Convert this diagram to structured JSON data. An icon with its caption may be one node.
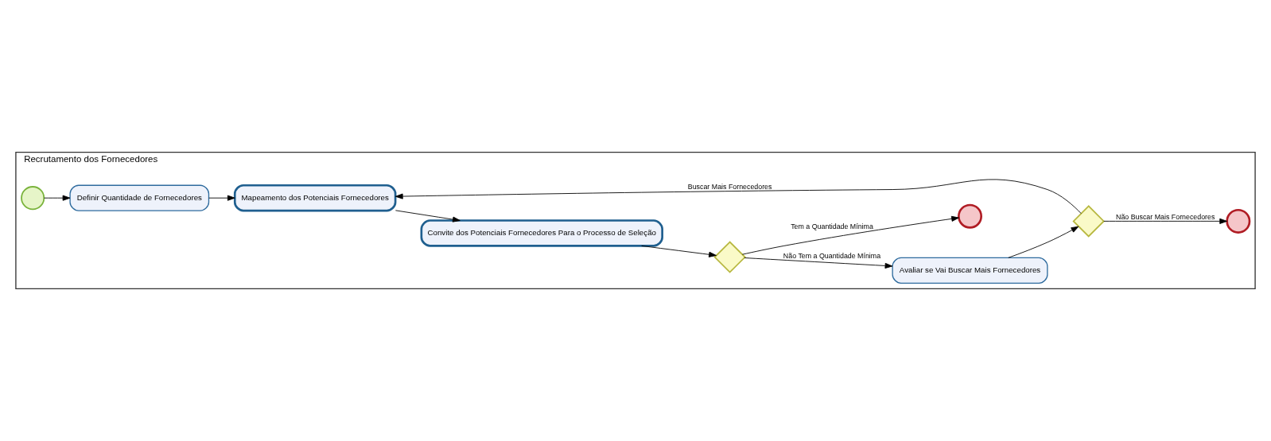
{
  "diagram": {
    "nodes": [
      {
        "text": [
          "Recrutamento dos Fornecedores"
        ]
      },
      {
        "text": [],
        "shape": "circle",
        "in": 0
      },
      {
        "text": [
          "Definir Quantidade de Fornecedores"
        ],
        "in": 0
      },
      {
        "text": [
          "Mapeamento dos Potenciais Fornecedores"
        ],
        "in": 0
      },
      {
        "text": [
          "Convite dos Potenciais Fornecedores Para o Processo de Seleção"
        ],
        "in": 0
      },
      {
        "text": [],
        "shape": "diamond",
        "in": 0
      },
      {
        "text": [
          "Avaliar se Vai Buscar Mais Fornecedores"
        ],
        "in": 0
      },
      {
        "text": [],
        "shape": "diamond",
        "in": 0
      },
      {
        "text": [],
        "shape": "circle",
        "in": 0
      },
      {
        "text": [],
        "shape": "circle",
        "in": 0
      }
    ],
    "edges": [
      {
        "from": 1,
        "to": 2,
        "arrow": "to"
      },
      {
        "from": 2,
        "to": 3,
        "arrow": "to"
      },
      {
        "from": 3,
        "to": 4,
        "arrow": "to"
      },
      {
        "from": 4,
        "to": 5,
        "arrow": "to"
      },
      {
        "from": 5,
        "to": 6,
        "arrow": "to",
        "label": "Não Tem a Quantidade Mínima"
      },
      {
        "from": 5,
        "to": 9,
        "arrow": "to",
        "label": "Tem a Quantidade Mínima"
      },
      {
        "from": 6,
        "to": 7,
        "arrow": "to"
      },
      {
        "from": 7,
        "to": 3,
        "arrow": "to",
        "label": "Buscar Mais Fornecedores"
      },
      {
        "from": 7,
        "to": 8,
        "arrow": "to",
        "label": "Não Buscar Mais Fornecedores"
      }
    ]
  }
}
